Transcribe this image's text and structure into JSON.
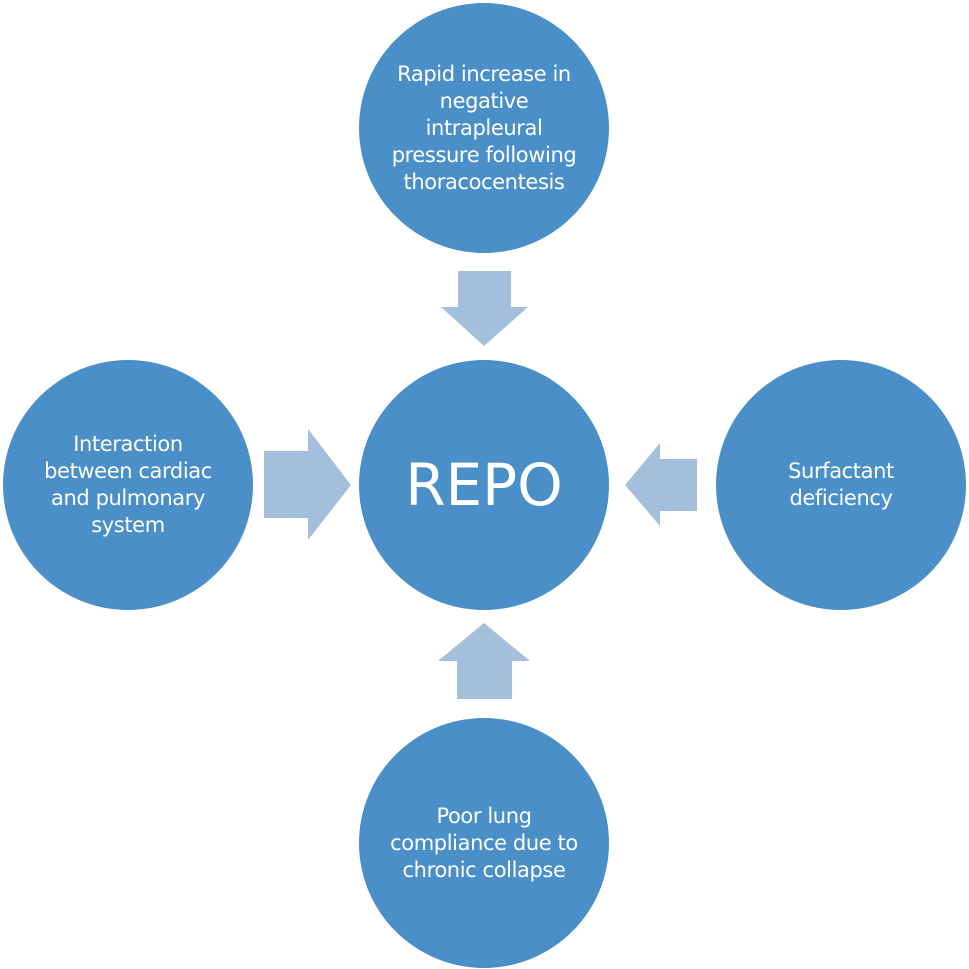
{
  "colors": {
    "node_fill": "#4a8fc7",
    "arrow_fill": "#a3bfdc",
    "text": "#ffffff",
    "background": "#ffffff"
  },
  "center": {
    "label": "REPO"
  },
  "nodes": {
    "top": {
      "label": "Rapid increase in negative intrapleural pressure following thoracocentesis",
      "arrow_direction": "down"
    },
    "left": {
      "label": "Interaction between cardiac and pulmonary system",
      "arrow_direction": "right"
    },
    "right": {
      "label": "Surfactant deficiency",
      "arrow_direction": "left"
    },
    "bottom": {
      "label": "Poor lung compliance due to chronic collapse",
      "arrow_direction": "up"
    }
  }
}
